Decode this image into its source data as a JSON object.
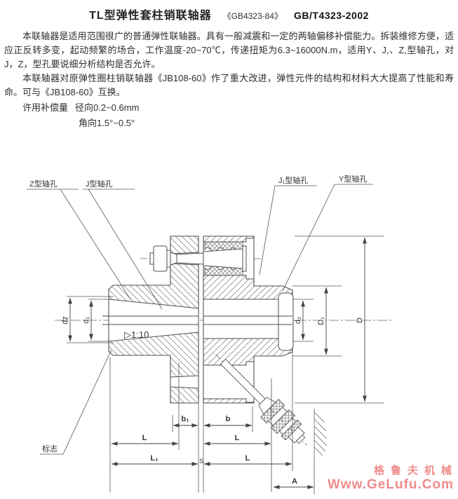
{
  "header": {
    "title": "TL型弹性套柱销联轴器",
    "standard_old": "《GB4323-84》",
    "standard_new": "GB/T4323-2002"
  },
  "intro": {
    "paragraph1": "本联轴器是适用范围很广的普通弹性联轴器。具有一般减震和一定的两轴偏移补偿能力。拆装维修方便，适应正反转多变，起动频繁的场合，工作温度-20~70℃，传递扭矩为6.3~16000N.m，适用Y、J,、Z,型轴孔，对J，Z，型孔要说细分析结构是否允许。",
    "paragraph2": "本联轴器对原弹性圈柱销联轴器《JB108-60》作了重大改进，弹性元件的结构和材料大大提高了性能和寿命。可与《JB108-60》互换。",
    "compensation_lead": "许用补偿量",
    "compensation_radial": "径向0.2~0.6mm",
    "compensation_angular": "角向1.5°~0.5°"
  },
  "drawing": {
    "callouts": {
      "z_bore": "Z型轴孔",
      "j_bore": "J型轴孔",
      "j1_bore": "J₁型轴孔",
      "y_bore": "Y型轴孔",
      "mark": "标志",
      "taper": "▷1:10"
    },
    "dimensions": {
      "dz": "dz",
      "d1": "d₁",
      "d2": "d₂",
      "D1": "D₁",
      "D": "D",
      "b1": "b₁",
      "b": "b",
      "L_left": "L",
      "L_right1": "L",
      "L1": "L₁",
      "L_right2": "L",
      "S": "S",
      "A": "A"
    }
  },
  "watermark": {
    "name": "格鲁夫机械",
    "url": "Www.GeLufu.Com",
    "color": "#ef8b8b"
  }
}
